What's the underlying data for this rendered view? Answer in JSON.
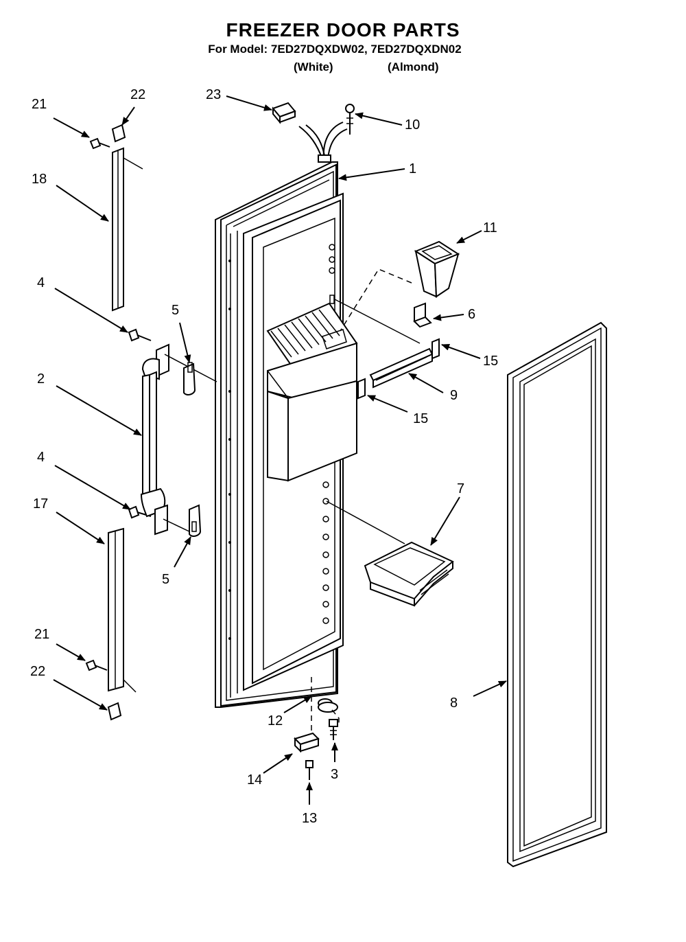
{
  "header": {
    "title": "FREEZER DOOR PARTS",
    "model_line": "For Model: 7ED27DQXDW02, 7ED27DQXDN02",
    "variant_white": "(White)",
    "variant_almond": "(Almond)"
  },
  "callouts": {
    "c1": "1",
    "c2": "2",
    "c3": "3",
    "c4a": "4",
    "c4b": "4",
    "c5a": "5",
    "c5b": "5",
    "c6": "6",
    "c7": "7",
    "c8": "8",
    "c9": "9",
    "c10": "10",
    "c11": "11",
    "c12": "12",
    "c13": "13",
    "c14": "14",
    "c15a": "15",
    "c15b": "15",
    "c17": "17",
    "c18": "18",
    "c21a": "21",
    "c21b": "21",
    "c22a": "22",
    "c22b": "22",
    "c23": "23"
  }
}
